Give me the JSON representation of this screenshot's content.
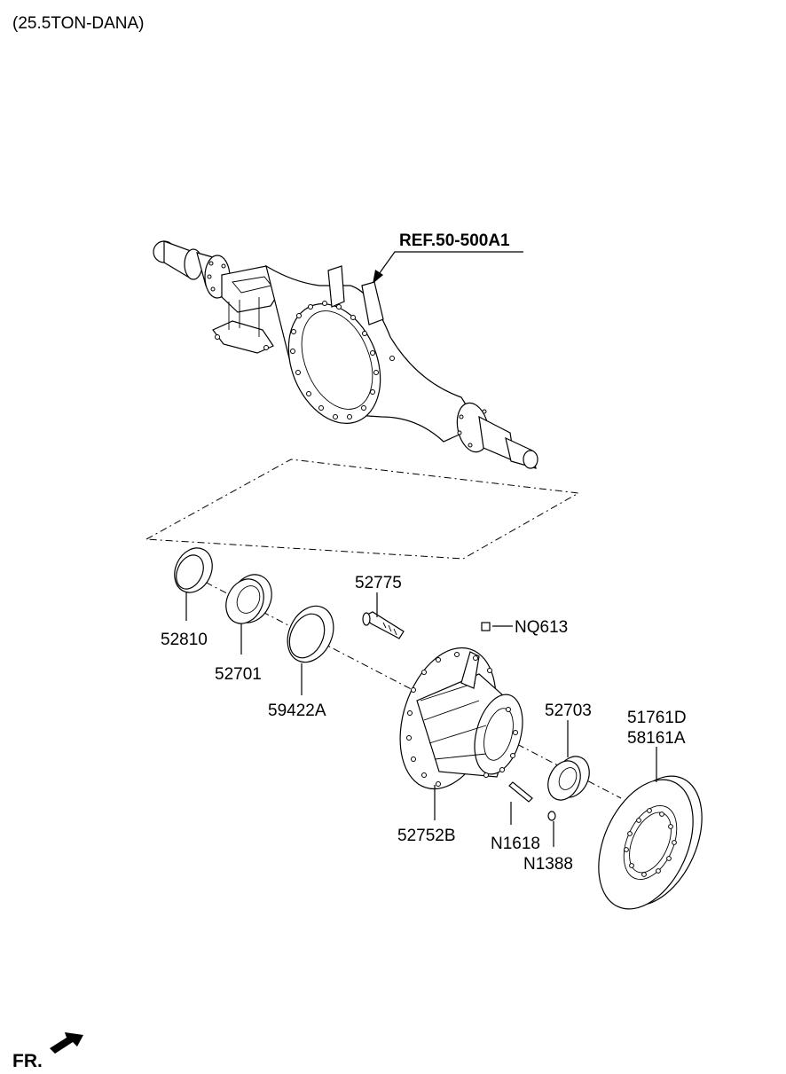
{
  "header": {
    "variant": "(25.5TON-DANA)"
  },
  "reference": {
    "label": "REF.50-500A1"
  },
  "parts": [
    {
      "id": "p1",
      "number": "52810"
    },
    {
      "id": "p2",
      "number": "52701"
    },
    {
      "id": "p3",
      "number": "59422A"
    },
    {
      "id": "p4",
      "number": "52775"
    },
    {
      "id": "p5",
      "number": "NQ613"
    },
    {
      "id": "p6",
      "number": "52703"
    },
    {
      "id": "p7a",
      "number": "51761D"
    },
    {
      "id": "p7b",
      "number": "58161A"
    },
    {
      "id": "p8",
      "number": "52752B"
    },
    {
      "id": "p9",
      "number": "N1618"
    },
    {
      "id": "p10",
      "number": "N1388"
    }
  ],
  "footer": {
    "direction_label": "FR."
  }
}
